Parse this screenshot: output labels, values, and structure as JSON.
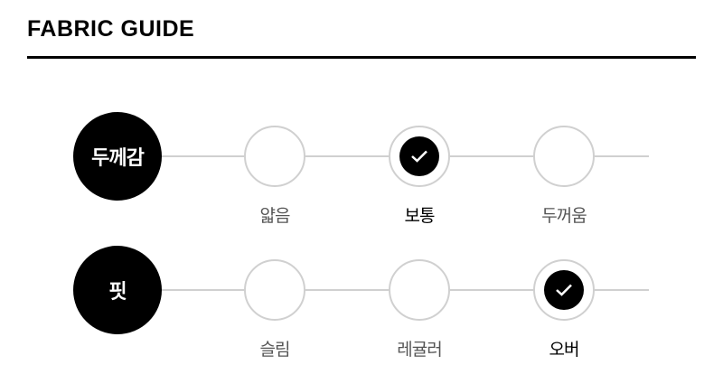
{
  "title": "FABRIC GUIDE",
  "rows": [
    {
      "label": "두께감",
      "options": [
        {
          "label": "얇음",
          "selected": false
        },
        {
          "label": "보통",
          "selected": true
        },
        {
          "label": "두꺼움",
          "selected": false
        }
      ]
    },
    {
      "label": "핏",
      "options": [
        {
          "label": "슬림",
          "selected": false
        },
        {
          "label": "레귤러",
          "selected": false
        },
        {
          "label": "오버",
          "selected": true
        }
      ]
    }
  ]
}
